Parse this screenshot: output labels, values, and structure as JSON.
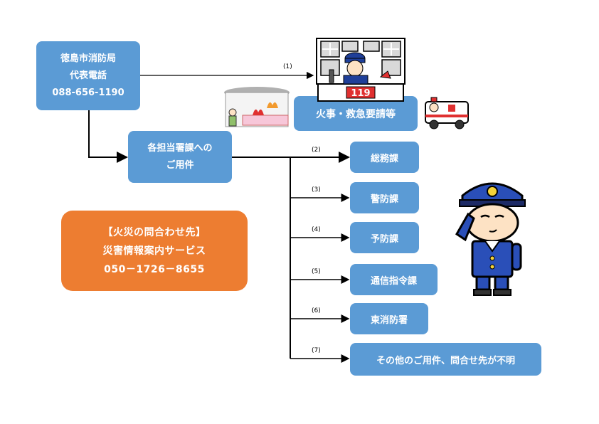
{
  "hq": {
    "line1": "徳島市消防局",
    "line2": "代表電話",
    "line3": "088-656-1190"
  },
  "emergency": {
    "label": "火事・救急要請等",
    "number_label": "(1)",
    "board": "119"
  },
  "dept": {
    "line1": "各担当署課への",
    "line2": "ご用件"
  },
  "destinations": [
    {
      "num": "(2)",
      "label": "総務課"
    },
    {
      "num": "(3)",
      "label": "警防課"
    },
    {
      "num": "(4)",
      "label": "予防課"
    },
    {
      "num": "(5)",
      "label": "通信指令課"
    },
    {
      "num": "(6)",
      "label": "東消防署"
    },
    {
      "num": "(7)",
      "label": "その他のご用件、問合せ先が不明"
    }
  ],
  "fire_info": {
    "line1": "【火災の問合わせ先】",
    "line2": "災害情報案内サービス",
    "line3": "050－1726－8655"
  },
  "colors": {
    "box": "#5b9bd5",
    "orange": "#ed7d31",
    "line": "#000000"
  },
  "icons": [
    "dispatcher-icon",
    "burning-house-icon",
    "ambulance-icon",
    "firefighter-salute-icon"
  ]
}
